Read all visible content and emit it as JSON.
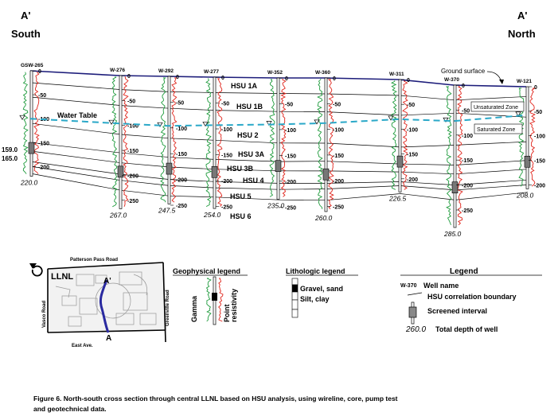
{
  "header": {
    "left_section": "A'",
    "right_section": "A'",
    "left_direction": "South",
    "right_direction": "North"
  },
  "wells": [
    {
      "name": "GSW-265",
      "total_depth": "220.0",
      "ticks": [
        "0",
        "50",
        "100",
        "150",
        "200"
      ]
    },
    {
      "name": "W-276",
      "total_depth": "267.0",
      "ticks": [
        "0",
        "50",
        "100",
        "150",
        "200",
        "250"
      ]
    },
    {
      "name": "W-292",
      "total_depth": "247.5",
      "ticks": [
        "0",
        "50",
        "100",
        "150",
        "200",
        "250"
      ]
    },
    {
      "name": "W-277",
      "total_depth": "254.0",
      "ticks": [
        "0",
        "50",
        "100",
        "150",
        "200",
        "250"
      ]
    },
    {
      "name": "W-352",
      "total_depth": "235.0",
      "ticks": [
        "0",
        "50",
        "100",
        "150",
        "200",
        "250"
      ]
    },
    {
      "name": "W-360",
      "total_depth": "260.0",
      "ticks": [
        "0",
        "50",
        "100",
        "150",
        "200",
        "250"
      ]
    },
    {
      "name": "W-311",
      "total_depth": "226.5",
      "ticks": [
        "0",
        "50",
        "100",
        "150",
        "200"
      ]
    },
    {
      "name": "W-370",
      "total_depth": "285.0",
      "ticks": [
        "0",
        "50",
        "100",
        "150",
        "200",
        "250"
      ]
    },
    {
      "name": "W-121",
      "total_depth": "208.0",
      "ticks": [
        "0",
        "50",
        "100",
        "150",
        "200"
      ]
    }
  ],
  "left_depth_marks": [
    "159.0",
    "165.0"
  ],
  "hsu_labels": [
    "HSU 1A",
    "HSU 1B",
    "HSU 2",
    "HSU 3A",
    "HSU 3B",
    "HSU 4",
    "HSU 5",
    "HSU 6"
  ],
  "annotations": {
    "water_table": "Water Table",
    "ground_surface": "Ground surface",
    "unsaturated": "Unsaturated Zone",
    "saturated": "Saturated Zone"
  },
  "map": {
    "lab": "LLNL",
    "road_top": "Patterson Pass Road",
    "road_left": "Vasco Road",
    "road_right": "Greenville Road",
    "road_bottom": "East Ave.",
    "point_top": "A'",
    "point_bottom": "A"
  },
  "geophysical_legend": {
    "title": "Geophysical legend",
    "gamma": "Gamma",
    "resistivity_line1": "Point",
    "resistivity_line2": "resistivity"
  },
  "lithologic_legend": {
    "title": "Lithologic legend",
    "gravel": "Gravel, sand",
    "silt": "Silt, clay"
  },
  "legend": {
    "title": "Legend",
    "well_example": "W-370",
    "well_name": "Well name",
    "hsu_boundary": "HSU correlation boundary",
    "screened": "Screened interval",
    "depth_example": "260.0",
    "total_depth": "Total depth of well"
  },
  "caption": {
    "line1": "Figure 6.  North-south cross section through central LLNL based on HSU analysis, using wireline, core, pump test",
    "line2": "and geotechnical data."
  },
  "colors": {
    "gamma": "#1e9b3c",
    "resistivity": "#e0241b",
    "water_table": "#2aa8c8",
    "ground_surface": "#1c1c7a",
    "map_section_line": "#2a2aa0"
  }
}
